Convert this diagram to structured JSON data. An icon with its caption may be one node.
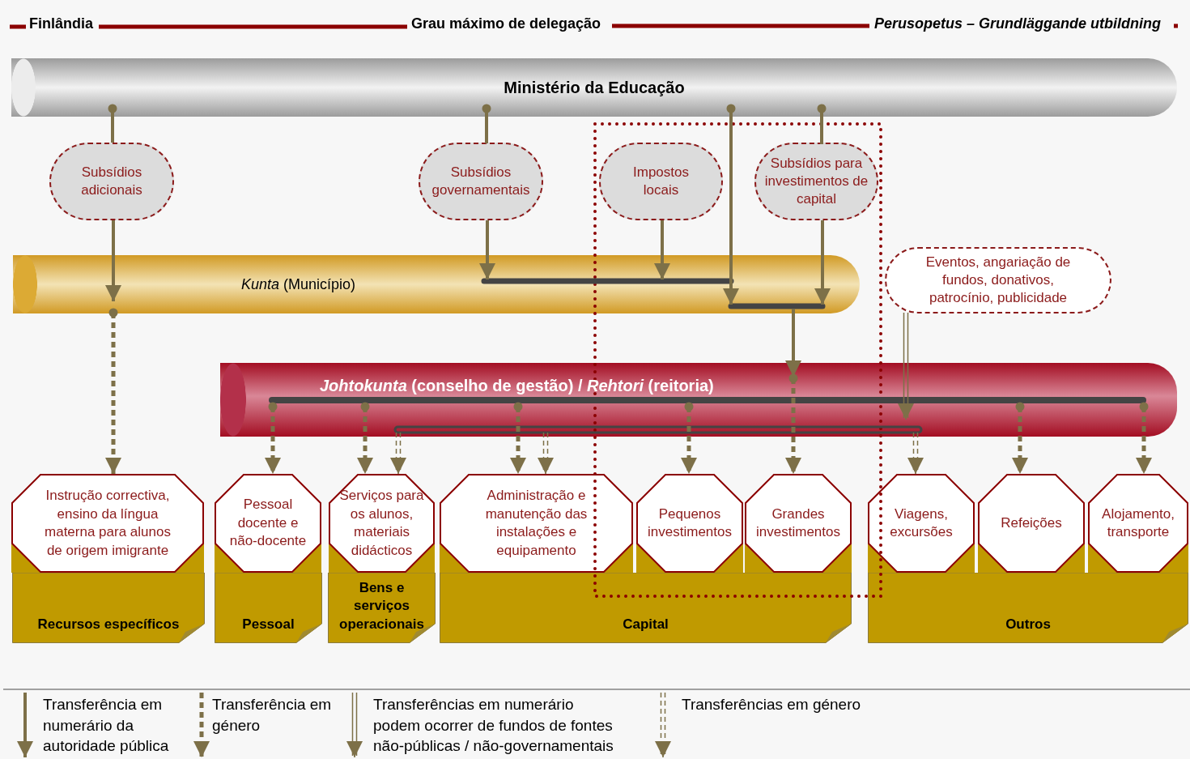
{
  "diagram": {
    "nodes": [
      {
        "text": [
          "Ministério da Educação"
        ]
      },
      {
        "text": [
          "Subsídios adicionais"
        ]
      },
      {
        "text": [
          "Subsídios governamentais"
        ]
      },
      {
        "text": [
          "Impostos locais"
        ]
      },
      {
        "text": [
          "Subsídios para investimentos de capital"
        ]
      },
      {
        "text": [
          "*Kunta* (Município)"
        ]
      },
      {
        "text": [
          "Eventos, angariação de fundos, donativos, patrocínio, publicidade"
        ]
      },
      {
        "text": [
          "*Johtokunta* (conselho de gestão) / *Rehtori* (reitoria)"
        ]
      },
      {
        "text": [
          "Recursos específicos"
        ]
      },
      {
        "text": [
          "Instrução correctiva, ensino da língua materna para alunos de origem imigrante"
        ]
      },
      {
        "text": [
          "Pessoal"
        ]
      },
      {
        "text": [
          "Pessoal docente e não-docente"
        ]
      },
      {
        "text": [
          "Bens e serviços operacionais"
        ]
      },
      {
        "text": [
          "Serviços para os alunos, materiais didácticos"
        ]
      },
      {
        "text": [
          "Capital"
        ]
      },
      {
        "text": [
          "Administração e manutenção das instalações e equipamento"
        ]
      },
      {
        "text": [
          "Pequenos investimentos"
        ]
      },
      {
        "text": [
          "Grandes investimentos"
        ]
      },
      {
        "text": [
          "Outros"
        ]
      },
      {
        "text": [
          "Viagens, excursões"
        ]
      },
      {
        "text": [
          "Refeições"
        ]
      },
      {
        "text": [
          "Alojamento, transporte"
        ]
      }
    ],
    "edges": [
      {
        "from": 0,
        "to": 1,
        "arrow": "other"
      },
      {
        "from": 1,
        "to": 5,
        "arrow": "to"
      },
      {
        "from": 0,
        "to": 2,
        "arrow": "other"
      },
      {
        "from": 2,
        "to": 5,
        "arrow": "to"
      },
      {
        "from": 0,
        "to": 5,
        "arrow": "to"
      },
      {
        "from": 3,
        "to": 5,
        "arrow": "to"
      },
      {
        "from": 0,
        "to": 4,
        "arrow": "other"
      },
      {
        "from": 4,
        "to": 5,
        "arrow": "to"
      },
      {
        "from": 5,
        "to": 7,
        "arrow": "to"
      },
      {
        "from": 5,
        "to": 9,
        "arrow": "to",
        "style": "dashed"
      },
      {
        "from": 6,
        "to": 7,
        "arrow": "to"
      },
      {
        "from": 7,
        "to": 11,
        "arrow": "to",
        "style": "dashed"
      },
      {
        "from": 7,
        "to": 13,
        "arrow": "to",
        "style": "dashed"
      },
      {
        "from": 7,
        "to": 13,
        "arrow": "to",
        "style": "dashed"
      },
      {
        "from": 7,
        "to": 15,
        "arrow": "to",
        "style": "dashed"
      },
      {
        "from": 7,
        "to": 15,
        "arrow": "to",
        "style": "dashed"
      },
      {
        "from": 7,
        "to": 16,
        "arrow": "to",
        "style": "dashed"
      },
      {
        "from": 7,
        "to": 17,
        "arrow": "to",
        "style": "dashed"
      },
      {
        "from": 7,
        "to": 19,
        "arrow": "to",
        "style": "dashed"
      },
      {
        "from": 7,
        "to": 20,
        "arrow": "to",
        "style": "dashed"
      },
      {
        "from": 7,
        "to": 21,
        "arrow": "to",
        "style": "dashed"
      }
    ],
    "labels": [
      "Finlândia",
      "Grau máximo de delegação",
      "Perusopetus – Grundläggande utbildning"
    ],
    "legend": [
      {
        "text": "Transferência em numerário da autoridade pública"
      },
      {
        "text": "Transferência em género"
      },
      {
        "text": "Transferências em numerário podem ocorrer de fundos de fontes não-públicas / não-governamentais"
      },
      {
        "text": "Transferências em género"
      }
    ]
  }
}
